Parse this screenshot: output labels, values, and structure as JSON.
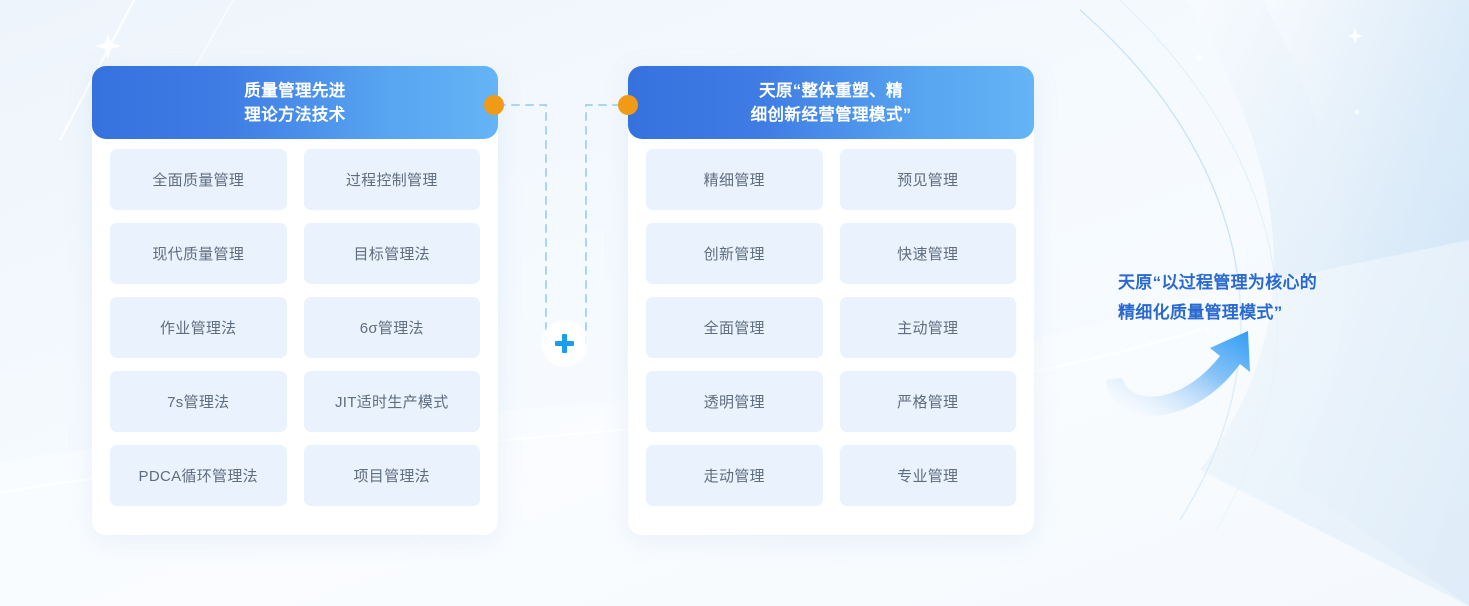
{
  "page": {
    "background_color": "#f2f7fd",
    "accent_blue": "#3572de",
    "accent_light_blue": "#64b4f6",
    "accent_orange": "#f19a15",
    "tile_background": "#eaf2fe",
    "tile_text_color": "#5e6d80",
    "conclusion_color": "#2a6ad0"
  },
  "left_panel": {
    "title_line1": "质量管理先进",
    "title_line2": "理论方法技术",
    "tiles": [
      "全面质量管理",
      "过程控制管理",
      "现代质量管理",
      "目标管理法",
      "作业管理法",
      "6σ管理法",
      "7s管理法",
      "JIT适时生产模式",
      "PDCA循环管理法",
      "项目管理法"
    ]
  },
  "right_panel": {
    "title_line1": "天原“整体重塑、精",
    "title_line2": "细创新经营管理模式”",
    "tiles": [
      "精细管理",
      "预见管理",
      "创新管理",
      "快速管理",
      "全面管理",
      "主动管理",
      "透明管理",
      "严格管理",
      "走动管理",
      "专业管理"
    ]
  },
  "connector": {
    "operator": "+",
    "left_dot": "orange-dot",
    "right_dot": "orange-dot"
  },
  "conclusion": {
    "line1": "天原“以过程管理为核心的",
    "line2": "精细化质量管理模式”"
  }
}
